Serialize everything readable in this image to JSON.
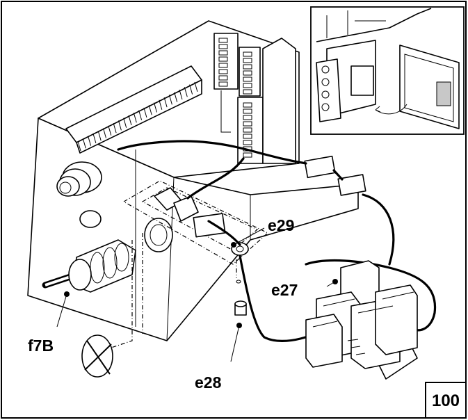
{
  "labels": {
    "f7b": "f7B",
    "e29": "e29",
    "e27": "e27",
    "e28": "e28"
  },
  "figure_number": "100"
}
